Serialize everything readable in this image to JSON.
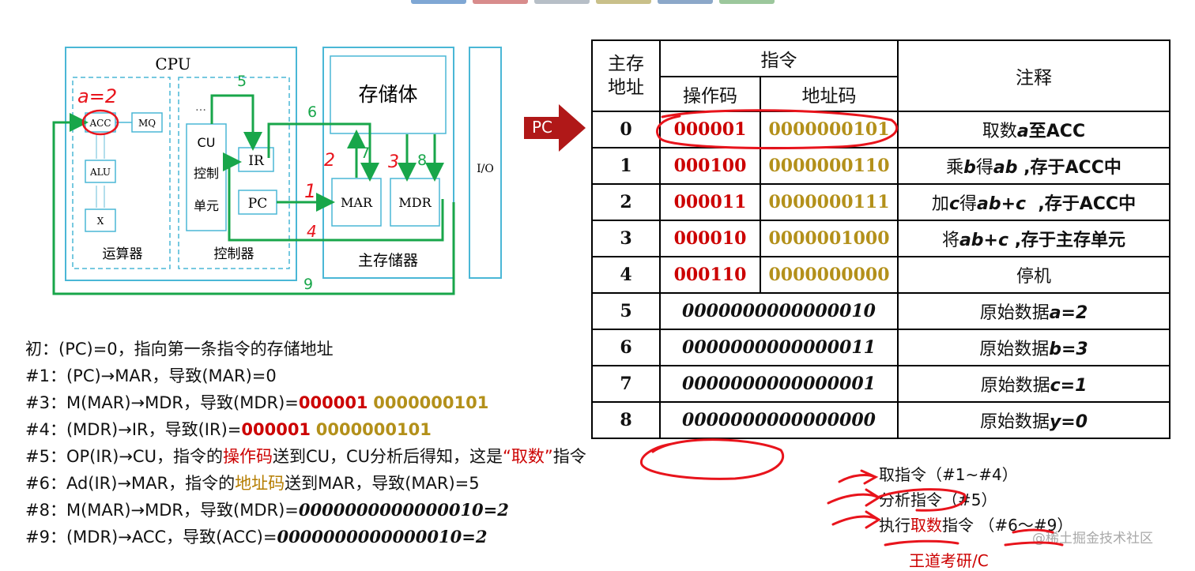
{
  "diagram": {
    "cpu_title": "CPU",
    "acc": "ACC",
    "mq": "MQ",
    "alu": "ALU",
    "x": "X",
    "alu_group": "运算器",
    "cu_line1": "CU",
    "cu_line2": "控制",
    "cu_line3": "单元",
    "cu_dots": "…",
    "ir": "IR",
    "pc": "PC",
    "ctrl_group": "控制器",
    "mem_body": "存储体",
    "mar": "MAR",
    "mdr": "MDR",
    "mem_group": "主存储器",
    "io": "I/O",
    "num5": "5",
    "num6": "6",
    "num7": "7",
    "num8": "8",
    "num9": "9",
    "hand_acc": "a=2",
    "hand_1": "1",
    "hand_2": "2",
    "hand_3": "3",
    "hand_4": "4"
  },
  "steps": [
    {
      "prefix": "初：(PC)=0，指向第一条指令的存储地址"
    },
    {
      "prefix": "#1：(PC)→MAR，导致(MAR)=0"
    },
    {
      "prefix": "#3：M(MAR)→MDR，导致(MDR)=",
      "op": "000001",
      "ad": "0000000101"
    },
    {
      "prefix": "#4：(MDR)→IR，导致(IR)=",
      "op": "000001",
      "ad": "0000000101"
    },
    {
      "a": "#5：OP(IR)→CU，指令的",
      "b": "操作码",
      "c": "送到CU，CU分析后得知，这是",
      "d": "“取数”",
      "e": "指令"
    },
    {
      "a": "#6：Ad(IR)→MAR，指令的",
      "b": "地址码",
      "c": "送到MAR，导致(MAR)=5"
    },
    {
      "prefix": "#8：M(MAR)→MDR，导致(MDR)=",
      "val": "0000000000000010=2"
    },
    {
      "prefix": "#9：(MDR)→ACC，导致(ACC)=",
      "val": "0000000000000010=2"
    }
  ],
  "table": {
    "h_addr": "主存\n地址",
    "h_instr": "指令",
    "h_op": "操作码",
    "h_ad": "地址码",
    "h_note": "注释",
    "rows": [
      {
        "addr": "0",
        "op": "000001",
        "ad": "0000000101",
        "note_a": "取数",
        "note_v": "a",
        "note_b": "至ACC"
      },
      {
        "addr": "1",
        "op": "000100",
        "ad": "0000000110",
        "note_a": "乘",
        "note_v": "b",
        "note_b": "得",
        "note_v2": "ab",
        "note_c": " ,存于ACC中"
      },
      {
        "addr": "2",
        "op": "000011",
        "ad": "0000000111",
        "note_a": "加",
        "note_v": "c",
        "note_b": "得",
        "note_v2": "ab+c",
        "note_c": "  ,存于ACC中"
      },
      {
        "addr": "3",
        "op": "000010",
        "ad": "0000001000",
        "note_a": "将",
        "note_v": "ab+c",
        "note_b": " ,存于主存单元"
      },
      {
        "addr": "4",
        "op": "000110",
        "ad": "0000000000",
        "note_a": "停机"
      },
      {
        "addr": "5",
        "raw": "0000000000000010",
        "note_a": "原始数据",
        "note_v": "a=2"
      },
      {
        "addr": "6",
        "raw": "0000000000000011",
        "note_a": "原始数据",
        "note_v": "b=3"
      },
      {
        "addr": "7",
        "raw": "0000000000000001",
        "note_a": "原始数据",
        "note_v": "c=1"
      },
      {
        "addr": "8",
        "raw": "0000000000000000",
        "note_a": "原始数据",
        "note_v": "y=0"
      }
    ]
  },
  "pc_label": "PC",
  "legend": {
    "l1": "取指令（#1~#4）",
    "l2": "分析指令（#5）",
    "l3a": "执行",
    "l3b": "取数",
    "l3c": "指令 （#6～#9）"
  },
  "watermark": "@稀土掘金技术社区",
  "cut_text": "王道考研/C",
  "colors": {
    "box": "#4ab7d6",
    "arrow": "#18a64a",
    "red": "#cc0000",
    "olive": "#b3901a",
    "ink": "#e8141c"
  }
}
